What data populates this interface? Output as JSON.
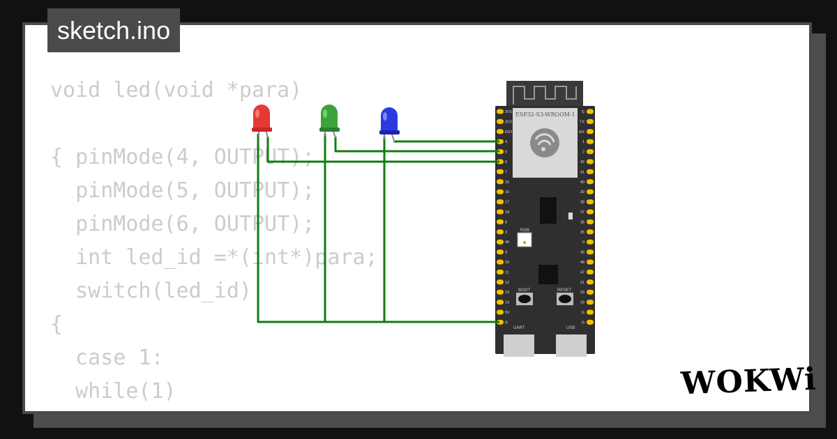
{
  "title": "sketch.ino",
  "brand": "WOKWi",
  "code_lines": [
    "void led(void *para)",
    "",
    "{ pinMode(4, OUTPUT);",
    "  pinMode(5, OUTPUT);",
    "  pinMode(6, OUTPUT);",
    "  int led_id =*(int*)para;",
    "  switch(led_id)",
    "{",
    "  case 1:",
    "  while(1)",
    "  {"
  ],
  "board": {
    "module_label": "ESP32-S3-WROOM-1",
    "rgb_label": "RGB",
    "boot_label": "BOOT",
    "reset_label": "RESET",
    "uart_label": "UART",
    "usb_label": "USB",
    "left_pins": [
      "3V3",
      "3V3",
      "RST",
      "4",
      "5",
      "6",
      "7",
      "15",
      "16",
      "17",
      "18",
      "8",
      "3",
      "46",
      "9",
      "10",
      "11",
      "12",
      "13",
      "14",
      "5V",
      "G"
    ],
    "right_pins": [
      "G",
      "TX",
      "RX",
      "1",
      "2",
      "42",
      "41",
      "40",
      "39",
      "38",
      "37",
      "36",
      "35",
      "0",
      "45",
      "48",
      "47",
      "21",
      "20",
      "19",
      "G",
      "G"
    ]
  },
  "leds": [
    {
      "color": "red",
      "hex": "#e53935",
      "pin": "6"
    },
    {
      "color": "green",
      "hex": "#3aa33a",
      "pin": "5"
    },
    {
      "color": "blue",
      "hex": "#2b3ae0",
      "pin": "4"
    }
  ],
  "colors": {
    "wire": "#0f7d0f",
    "board": "#2f2f2f",
    "pin": "#f2c200"
  }
}
